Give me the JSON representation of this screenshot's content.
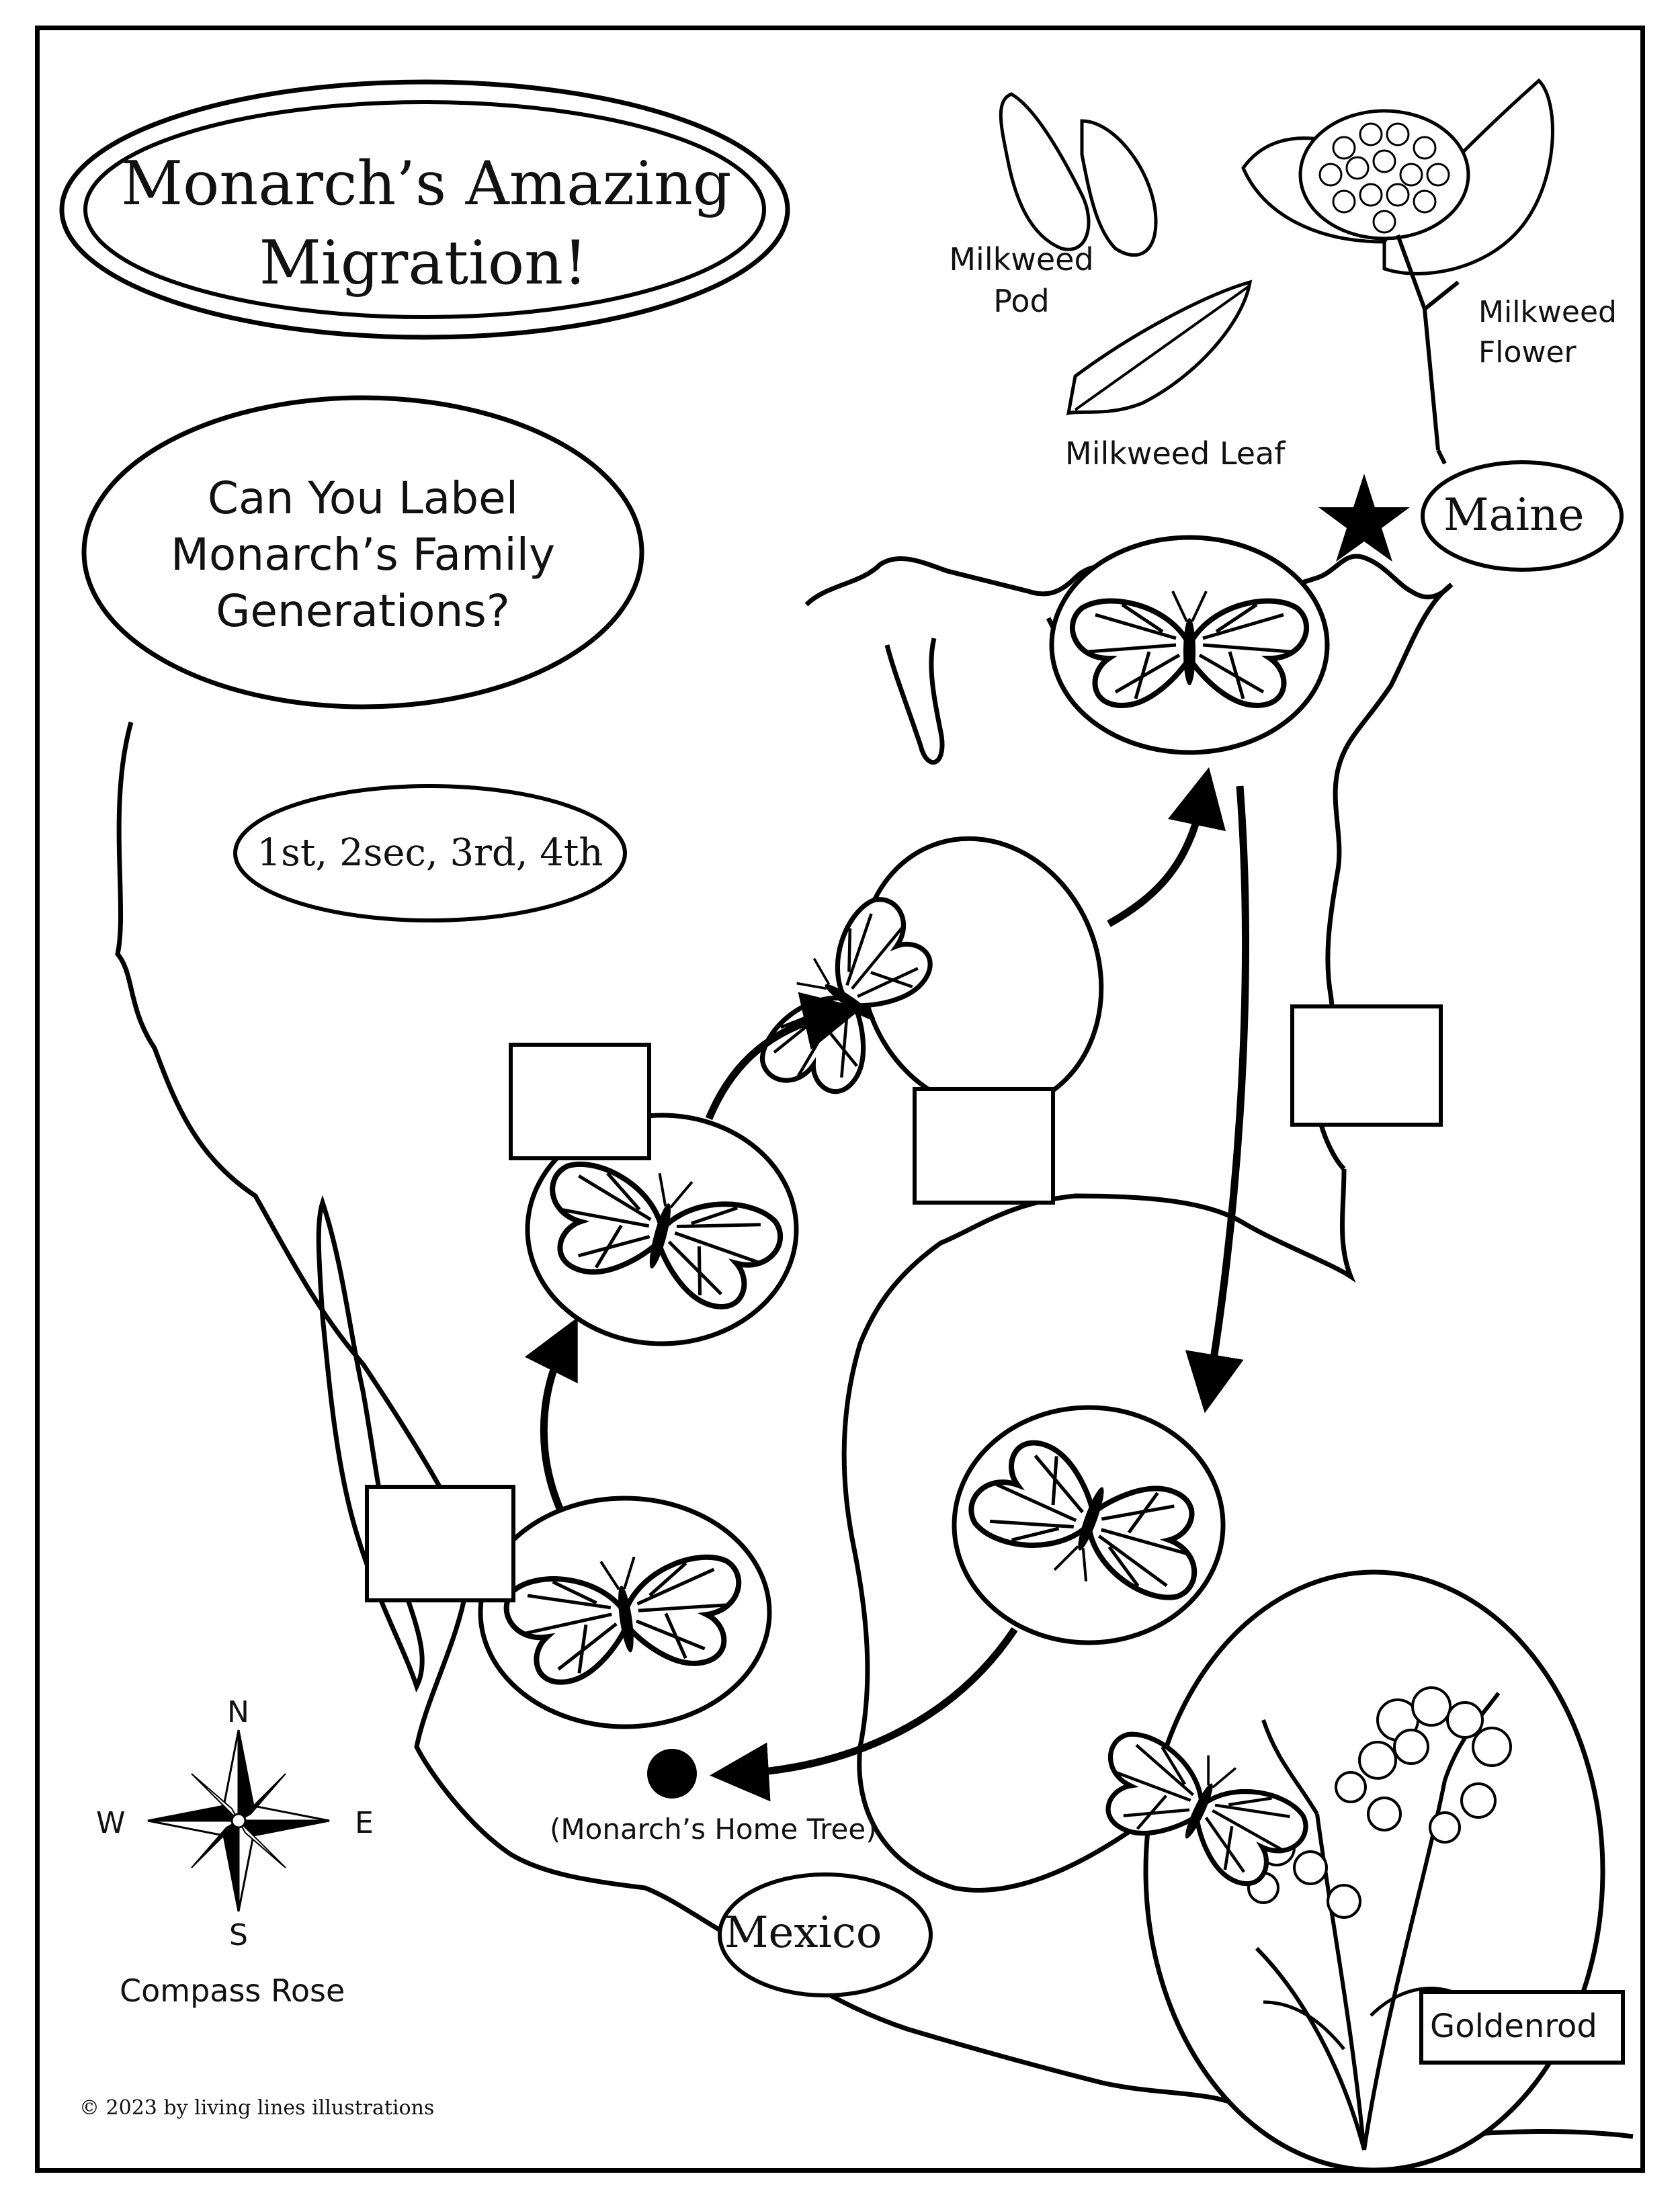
{
  "title": {
    "line1": "Monarch’s Amazing",
    "line2": "Migration!"
  },
  "question": {
    "line1": "Can You Label",
    "line2": "Monarch’s Family",
    "line3": "Generations?"
  },
  "generation_options": "1st, 2sec, 3rd, 4th",
  "plant_labels": {
    "pod_line1": "Milkweed",
    "pod_line2": "Pod",
    "leaf": "Milkweed Leaf",
    "flower_line1": "Milkweed",
    "flower_line2": "Flower"
  },
  "map_labels": {
    "maine": "Maine",
    "mexico": "Mexico",
    "home_tree": "(Monarch’s Home Tree)",
    "goldenrod": "Goldenrod"
  },
  "compass": {
    "north": "N",
    "south": "S",
    "east": "E",
    "west": "W",
    "caption": "Compass Rose"
  },
  "copyright": "© 2023 by living lines illustrations",
  "answer_boxes": [
    {
      "generation": "",
      "blank": true
    },
    {
      "generation": "",
      "blank": true
    },
    {
      "generation": "",
      "blank": true
    },
    {
      "generation": "",
      "blank": true
    }
  ],
  "icons": [
    "butterfly-icon",
    "star-icon",
    "compass-rose-icon",
    "milkweed-icon",
    "goldenrod-icon",
    "arrow-icon"
  ],
  "colors": {
    "ink": "#111111",
    "paper": "#ffffff"
  }
}
